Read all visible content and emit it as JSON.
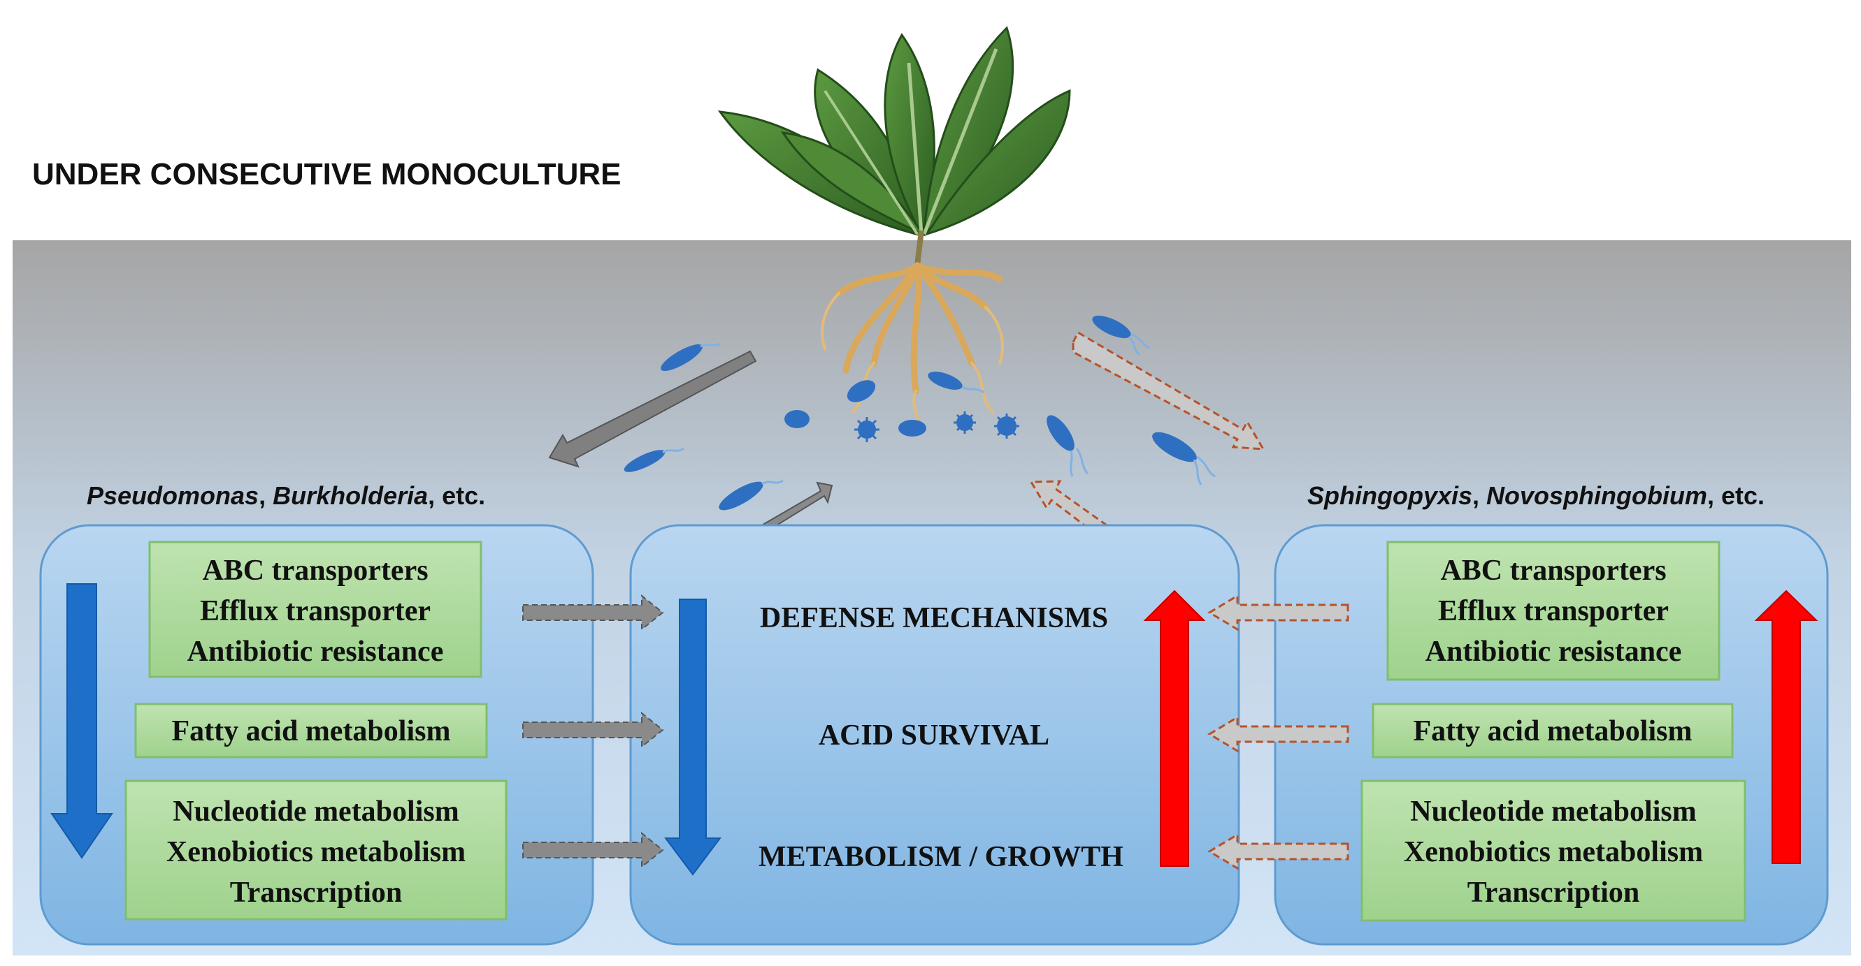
{
  "title": "UNDER CONSECUTIVE MONOCULTURE",
  "left_group": {
    "taxa": [
      {
        "text": "Pseudomonas",
        "italic": true
      },
      {
        "text": ", ",
        "italic": false
      },
      {
        "text": "Burkholderia",
        "italic": true
      },
      {
        "text": ", etc.",
        "italic": false
      }
    ],
    "boxes": [
      {
        "lines": [
          "ABC transporters",
          "Efflux transporter",
          "Antibiotic resistance"
        ]
      },
      {
        "lines": [
          "Fatty acid metabolism"
        ]
      },
      {
        "lines": [
          "Nucleotide metabolism",
          "Xenobiotics metabolism",
          "Transcription"
        ]
      }
    ],
    "trend": "down"
  },
  "right_group": {
    "taxa": [
      {
        "text": "Sphingopyxis",
        "italic": true
      },
      {
        "text": ", ",
        "italic": false
      },
      {
        "text": "Novosphingobium",
        "italic": true
      },
      {
        "text": ", etc.",
        "italic": false
      }
    ],
    "boxes": [
      {
        "lines": [
          "ABC transporters",
          "Efflux transporter",
          "Antibiotic resistance"
        ]
      },
      {
        "lines": [
          "Fatty acid metabolism"
        ]
      },
      {
        "lines": [
          "Nucleotide metabolism",
          "Xenobiotics metabolism",
          "Transcription"
        ]
      }
    ],
    "trend": "up"
  },
  "center": {
    "labels": [
      "DEFENSE MECHANISMS",
      "ACID SURVIVAL",
      "METABOLISM / GROWTH"
    ]
  },
  "colors": {
    "soil_top": "#a6a6a6",
    "soil_bottom": "#cfe2f6",
    "panel_fill": "#8ebde6",
    "panel_stroke": "#6aa3d4",
    "green_box": "#a9d99a",
    "green_box_stroke": "#7fbf6c",
    "down_arrow": "#1e6fc8",
    "up_arrow": "#ff0000",
    "gray_arrow": "#808080",
    "dashed_arrow_stroke": "#b5522a",
    "bacteria": "#2f6fc2",
    "leaf": "#3f7a2e",
    "root": "#d9a85b"
  },
  "icons": [
    "plant-icon",
    "bacteria-icon"
  ]
}
